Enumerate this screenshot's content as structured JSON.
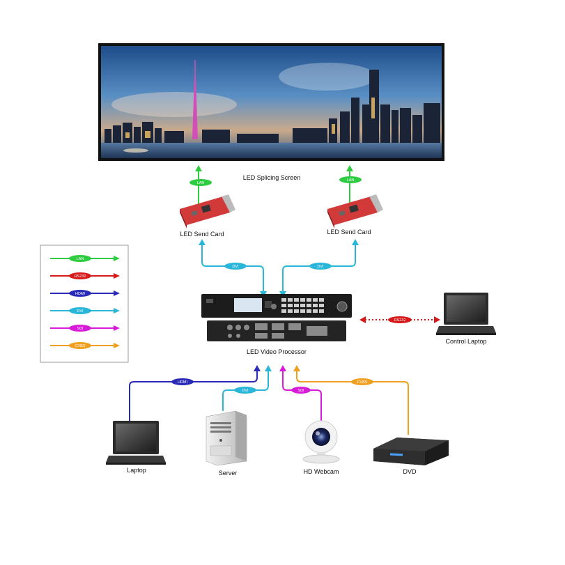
{
  "screen": {
    "label": "LED Splicing Screen"
  },
  "send_cards": [
    {
      "label": "LED  Send Card"
    },
    {
      "label": "LED  Send Card"
    }
  ],
  "processor": {
    "label": "LED Video Processor"
  },
  "control": {
    "label": "Control Laptop"
  },
  "sources": [
    {
      "label": "Laptop"
    },
    {
      "label": "Server"
    },
    {
      "label": "HD Webcam"
    },
    {
      "label": "DVD"
    }
  ],
  "legend": [
    {
      "name": "LAN",
      "color": "#2ecc40"
    },
    {
      "name": "RS232",
      "color": "#d61a1a"
    },
    {
      "name": "HDMI",
      "color": "#2a2ab8"
    },
    {
      "name": "DVI",
      "color": "#2ab6d8"
    },
    {
      "name": "SDI",
      "color": "#d81bd8"
    },
    {
      "name": "CVBS",
      "color": "#f0a020"
    }
  ],
  "cables": {
    "lan1": "LAN",
    "lan2": "LAN",
    "dvi_out1": "DVI",
    "dvi_out2": "DVI",
    "rs232": "RS232",
    "hdmi_in": "HDMI",
    "dvi_in": "DVI",
    "sdi_in": "SDI",
    "cvbs_in": "CVBS"
  }
}
